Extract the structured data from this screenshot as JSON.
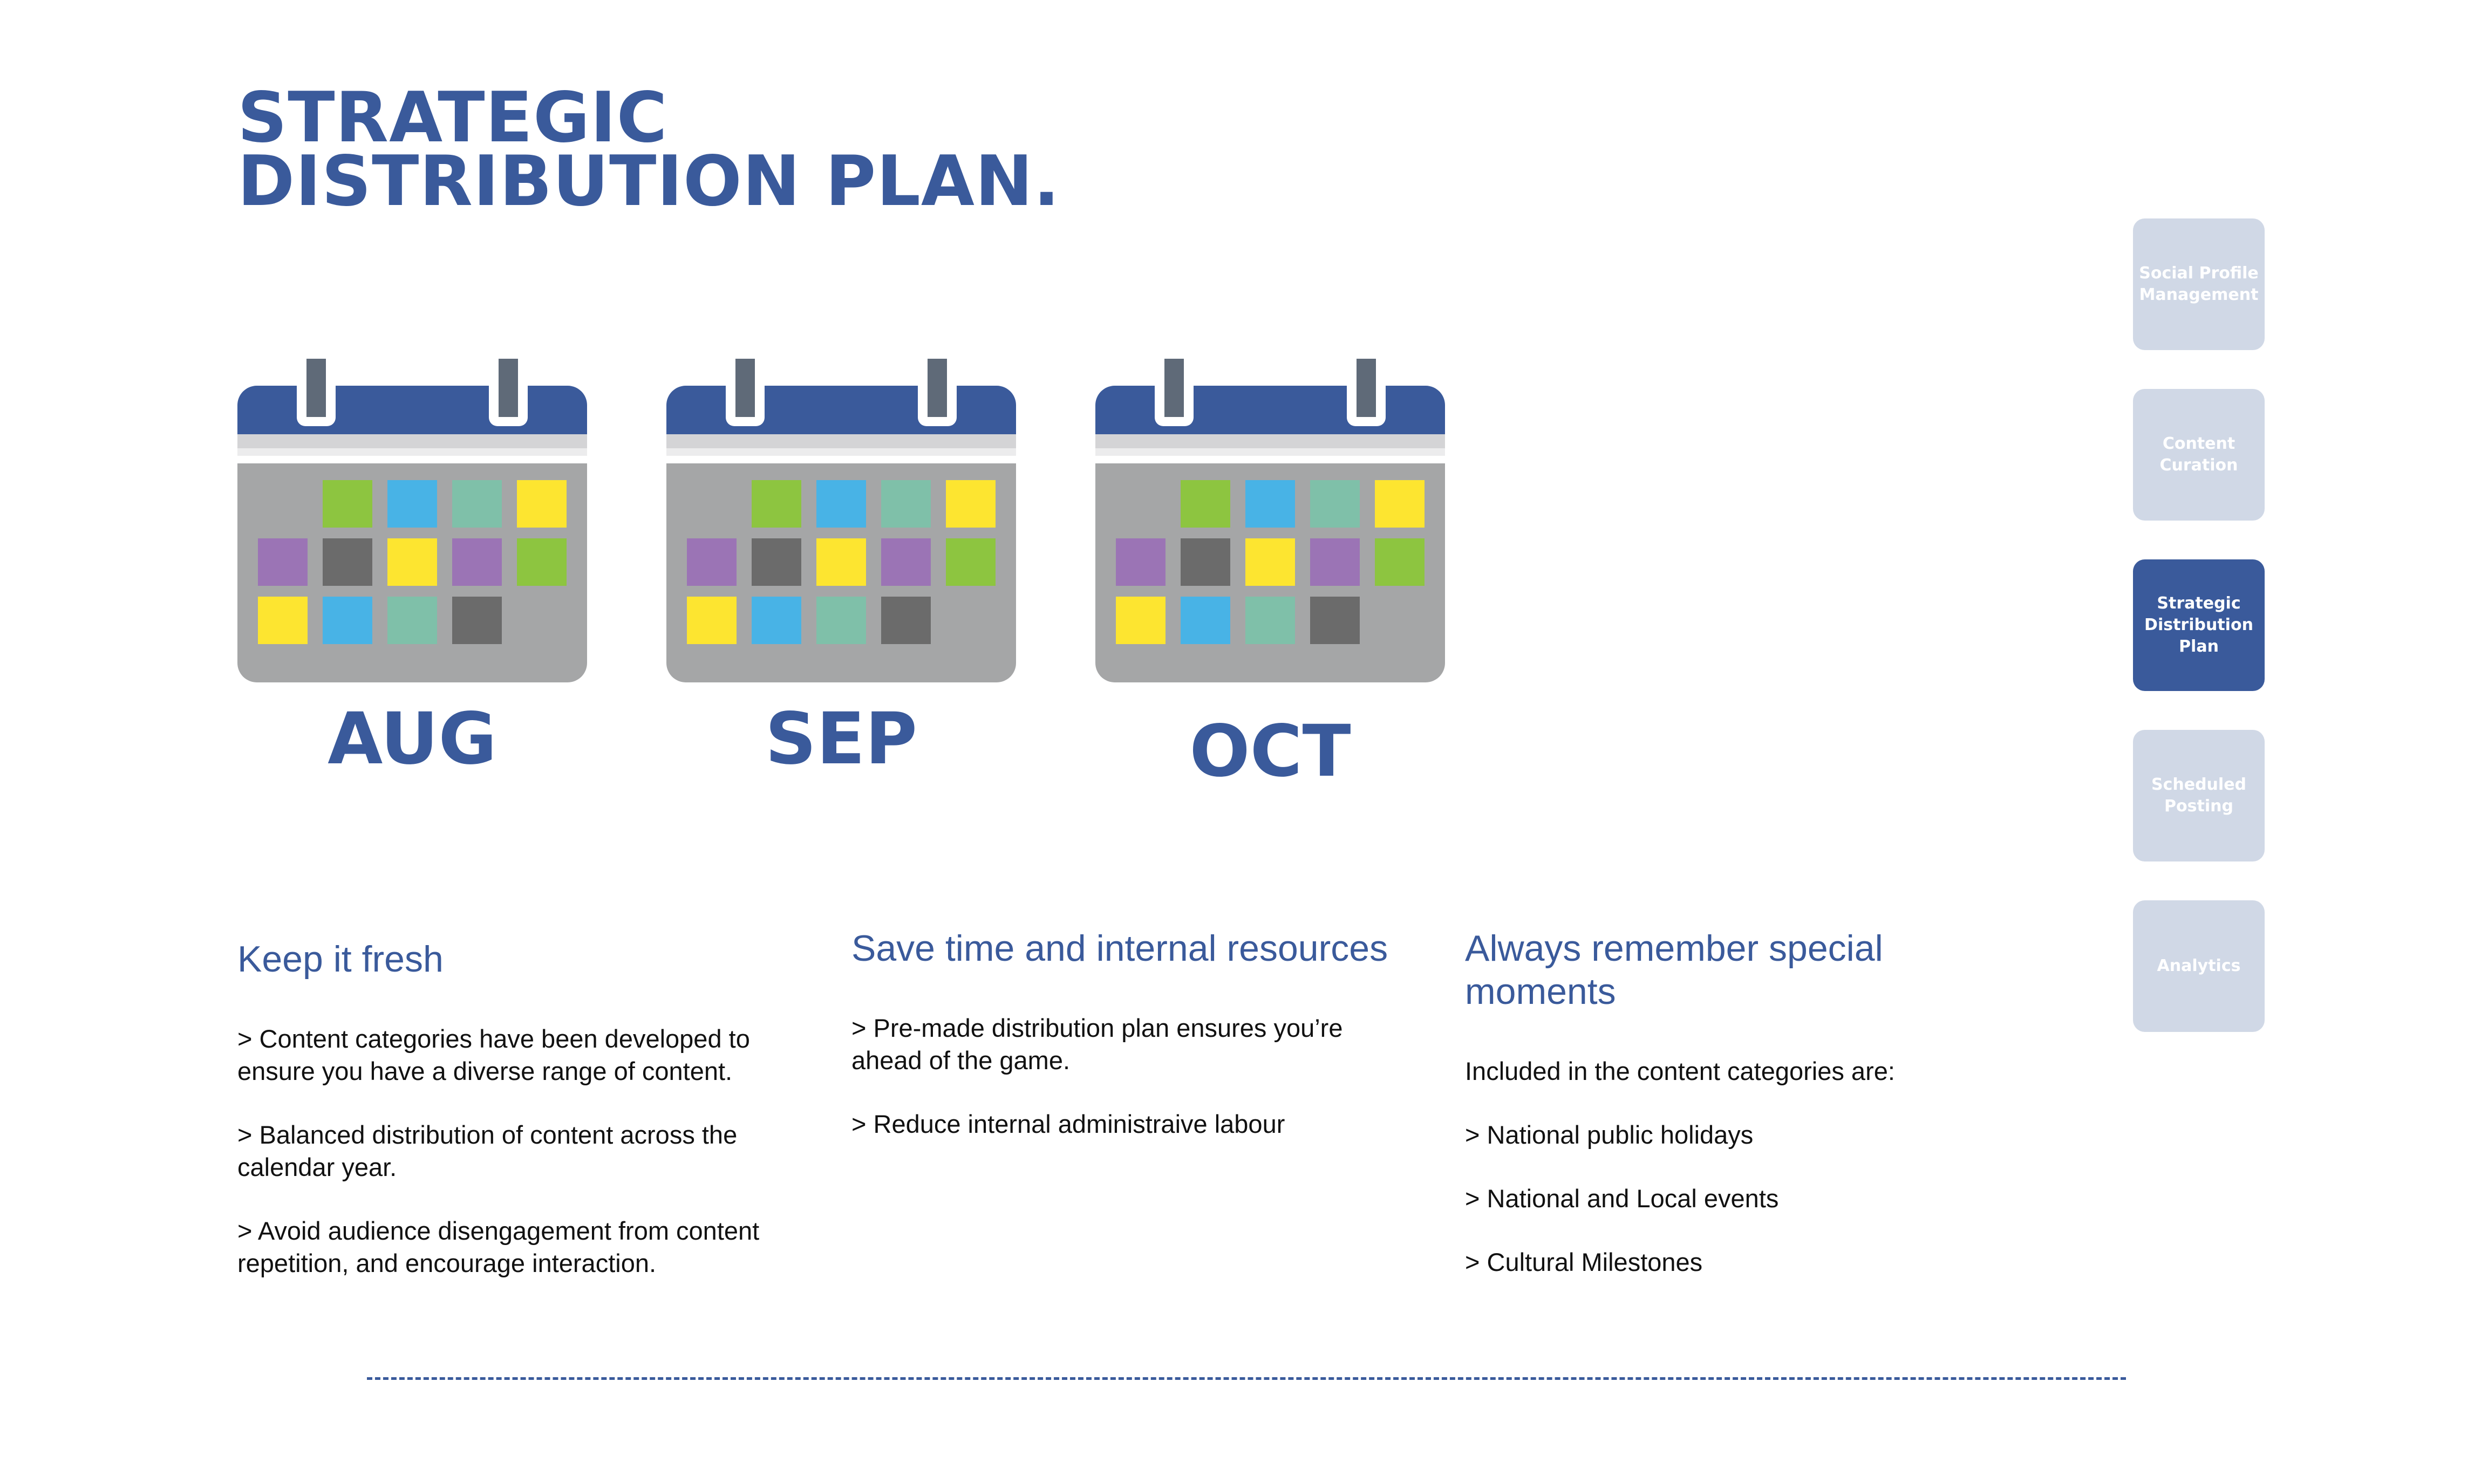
{
  "title": {
    "line1": "STRATEGIC",
    "line2": "DISTRIBUTION PLAN."
  },
  "colors": {
    "brand": "#3a5a9b",
    "calendar_body": "#a5a6a7",
    "nav_inactive": "#d0d8e6",
    "nav_active": "#3a5a9b",
    "category_green": "#8dc540",
    "category_blue": "#48b3e6",
    "category_teal": "#7fc0a9",
    "category_yellow": "#fde530",
    "category_purple": "#9b74b5",
    "category_dark": "#6b6b6b"
  },
  "calendars": [
    {
      "month": "AUG",
      "icon": "calendar-icon",
      "rows": [
        [
          "empty",
          "green",
          "blue",
          "teal",
          "yellow"
        ],
        [
          "purple",
          "dark",
          "yellow",
          "purple",
          "green"
        ],
        [
          "yellow",
          "blue",
          "teal",
          "dark",
          "empty"
        ]
      ]
    },
    {
      "month": "SEP",
      "icon": "calendar-icon",
      "rows": [
        [
          "empty",
          "green",
          "blue",
          "teal",
          "yellow"
        ],
        [
          "purple",
          "dark",
          "yellow",
          "purple",
          "green"
        ],
        [
          "yellow",
          "blue",
          "teal",
          "dark",
          "empty"
        ]
      ]
    },
    {
      "month": "OCT",
      "icon": "calendar-icon",
      "rows": [
        [
          "empty",
          "green",
          "blue",
          "teal",
          "yellow"
        ],
        [
          "purple",
          "dark",
          "yellow",
          "purple",
          "green"
        ],
        [
          "yellow",
          "blue",
          "teal",
          "dark",
          "empty"
        ]
      ]
    }
  ],
  "columns": [
    {
      "heading": "Keep it fresh",
      "paragraphs": [
        "> Content categories have been developed to ensure you have a diverse range of content.",
        "> Balanced distribution of content across the calendar year.",
        "> Avoid audience disengagement from content repetition, and encourage interaction."
      ]
    },
    {
      "heading": "Save time and internal resources",
      "paragraphs": [
        "> Pre-made distribution plan ensures you’re ahead of the game.",
        "> Reduce internal administraive labour"
      ]
    },
    {
      "heading": "Always remember special moments",
      "paragraphs": [
        "Included in the content categories are:",
        "> National public holidays",
        "> National and Local events",
        "> Cultural Milestones"
      ]
    }
  ],
  "nav": [
    {
      "label": "Social Profile Management",
      "active": false
    },
    {
      "label": "Content Curation",
      "active": false
    },
    {
      "label": "Strategic Distribution Plan",
      "active": true
    },
    {
      "label": "Scheduled Posting",
      "active": false
    },
    {
      "label": "Analytics",
      "active": false
    }
  ]
}
